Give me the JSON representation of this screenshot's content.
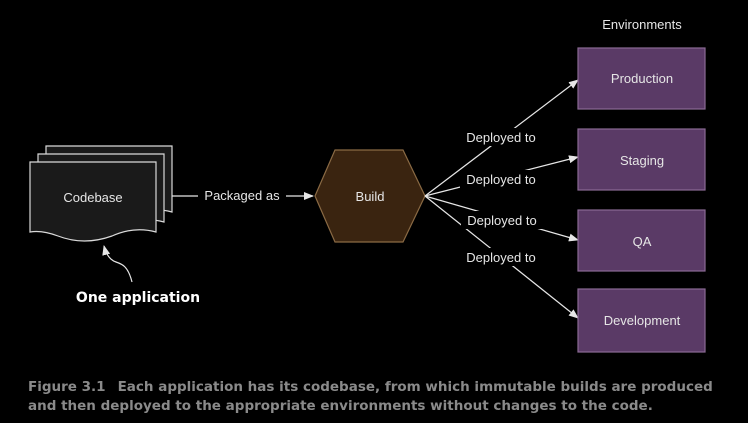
{
  "diagram": {
    "source": {
      "label": "Codebase"
    },
    "callout": {
      "label": "One application"
    },
    "packaged_label": "Packaged as",
    "build": {
      "label": "Build"
    },
    "deploy_label": "Deployed to",
    "environments_heading": "Environments",
    "environments": [
      {
        "label": "Production"
      },
      {
        "label": "Staging"
      },
      {
        "label": "QA"
      },
      {
        "label": "Development"
      }
    ]
  },
  "colors": {
    "background": "#000000",
    "codebase_fill": "#1a1a1a",
    "build_fill": "#3a2410",
    "build_stroke": "#8a6a44",
    "env_fill": "#5a3a66",
    "env_stroke": "#8a6a94",
    "text": "#e6e6e6",
    "caption": "#8a8a8a"
  },
  "caption": {
    "figure_number": "Figure 3.1",
    "text": "Each application has its codebase, from which immutable builds are produced and then deployed to the appropriate environments without changes to the code."
  }
}
